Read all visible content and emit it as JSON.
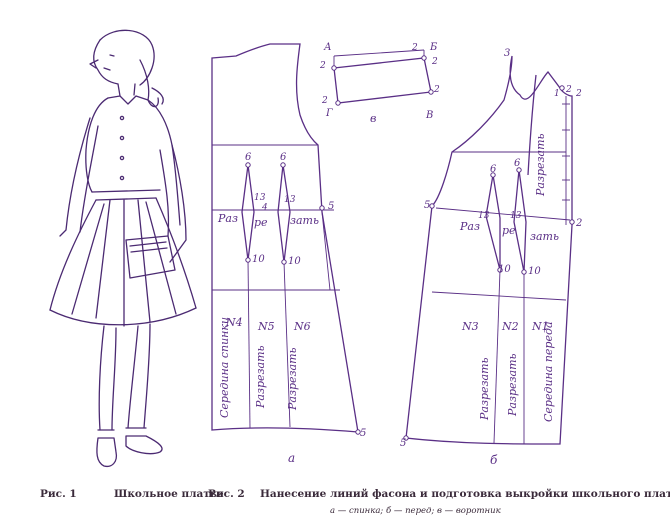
{
  "pattern_labels": {
    "back_region": "а",
    "front_region": "б",
    "collar_region": "в",
    "cut_word": [
      "Раз",
      "ре",
      "зать"
    ],
    "cut_word_front": [
      "Раз",
      "ре",
      "зать"
    ],
    "panels_back": [
      "N4",
      "N5",
      "N6"
    ],
    "panels_front": [
      "N3",
      "N2",
      "N1"
    ],
    "center_back": "Середина спинки",
    "center_front": "Середина переда",
    "cut_vertical": "Разрезать",
    "bodice_cut": "Разрезать",
    "points": {
      "one": "1",
      "two": "2",
      "three": "3",
      "four": "4",
      "five": "5",
      "six": "6",
      "ten": "10",
      "thirteen": "13",
      "A": "А",
      "B": "Б",
      "V": "В",
      "G": "Г"
    }
  },
  "captions": {
    "fig1_label": "Рис. 1",
    "fig1_title": "Школьное платье",
    "fig2_label": "Рис. 2",
    "fig2_title": "Нанесение линий фасона и подготовка выкройки школьного платья",
    "fig2_sub": "а — спинка; б — перед; в — воротник"
  },
  "colors": {
    "ink": "#5a2f86",
    "figure_ink": "#4b2a72",
    "paper": "#ffffff"
  }
}
